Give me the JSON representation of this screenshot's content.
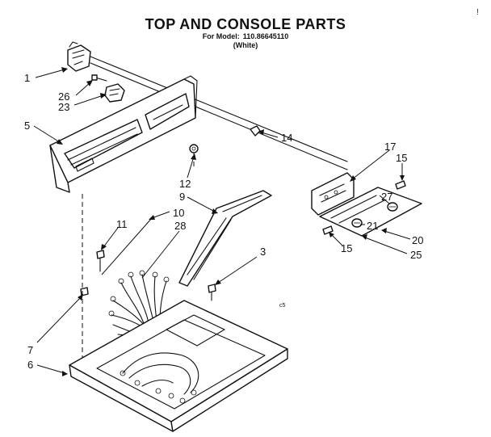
{
  "diagram": {
    "title": "TOP AND CONSOLE PARTS",
    "model_label": "For Model:",
    "model_number": "110.86645110",
    "color_note": "(White)",
    "corner_mark": "!",
    "stray_mark": "c5"
  },
  "callouts": [
    {
      "id": "1",
      "label": "1"
    },
    {
      "id": "26",
      "label": "26"
    },
    {
      "id": "23",
      "label": "23"
    },
    {
      "id": "5",
      "label": "5"
    },
    {
      "id": "14",
      "label": "14"
    },
    {
      "id": "17",
      "label": "17"
    },
    {
      "id": "15a",
      "label": "15"
    },
    {
      "id": "27",
      "label": "27"
    },
    {
      "id": "12",
      "label": "12"
    },
    {
      "id": "9",
      "label": "9"
    },
    {
      "id": "10",
      "label": "10"
    },
    {
      "id": "28",
      "label": "28"
    },
    {
      "id": "11",
      "label": "11"
    },
    {
      "id": "21",
      "label": "21"
    },
    {
      "id": "20",
      "label": "20"
    },
    {
      "id": "15b",
      "label": "15"
    },
    {
      "id": "25",
      "label": "25"
    },
    {
      "id": "3",
      "label": "3"
    },
    {
      "id": "7",
      "label": "7"
    },
    {
      "id": "6",
      "label": "6"
    }
  ]
}
